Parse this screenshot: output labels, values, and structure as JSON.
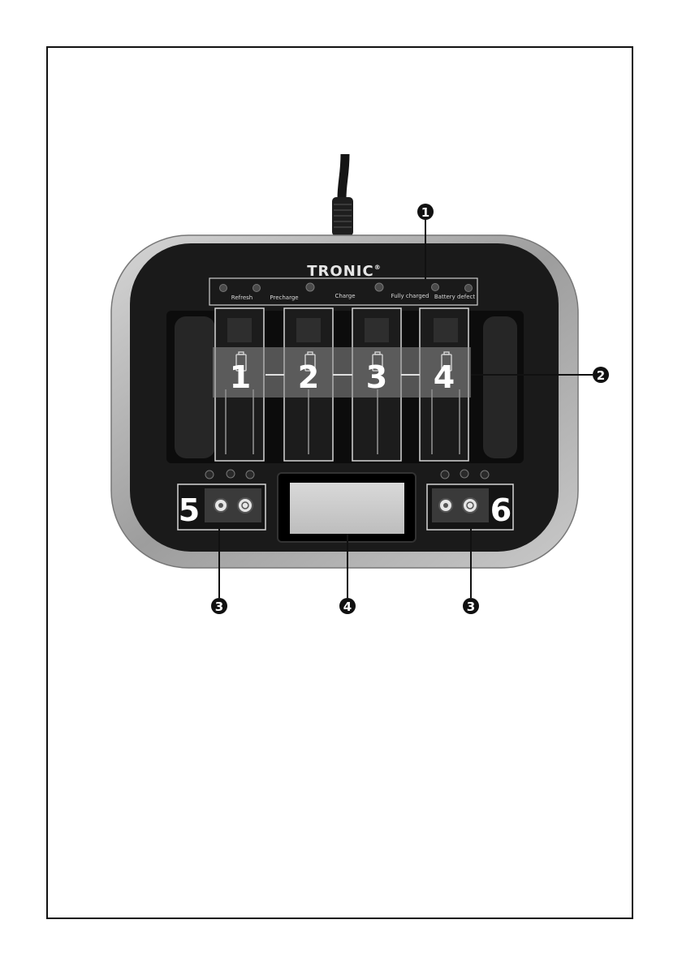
{
  "device": {
    "brand": "TRONIC",
    "brand_mark": "®",
    "led_labels": [
      "Refresh",
      "Precharge",
      "Charge",
      "Fully charged",
      "Battery defect"
    ]
  },
  "slots": [
    "1",
    "2",
    "3",
    "4",
    "5",
    "6"
  ],
  "callouts": [
    "1",
    "2",
    "3",
    "4",
    "3"
  ]
}
